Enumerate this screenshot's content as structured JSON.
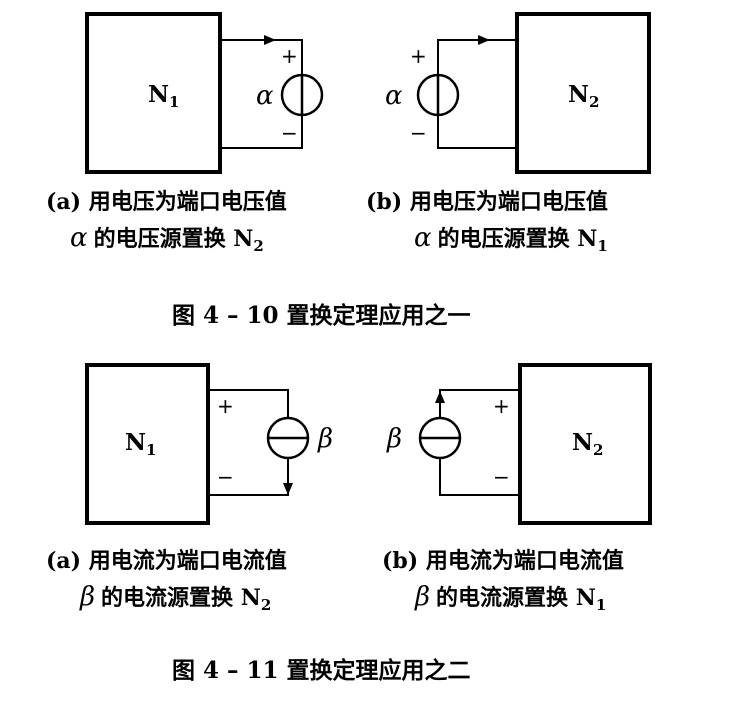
{
  "fig410": {
    "a": {
      "network": "N",
      "network_sub": "1",
      "source_symbol": "α",
      "plus": "+",
      "minus": "−",
      "caption_line1": "(a) 用电压为端口电压值",
      "caption_line2_symbol": "α",
      "caption_line2_text": "的电压源置换 N",
      "caption_line2_sub": "2"
    },
    "b": {
      "network": "N",
      "network_sub": "2",
      "source_symbol": "α",
      "plus": "+",
      "minus": "−",
      "caption_line1": "(b) 用电压为端口电压值",
      "caption_line2_symbol": "α",
      "caption_line2_text": "的电压源置换 N",
      "caption_line2_sub": "1"
    },
    "title": "图 4 – 10   置换定理应用之一"
  },
  "fig411": {
    "a": {
      "network": "N",
      "network_sub": "1",
      "source_symbol": "β",
      "plus": "+",
      "minus": "−",
      "caption_line1": "(a) 用电流为端口电流值",
      "caption_line2_symbol": "β",
      "caption_line2_text": "的电流源置换 N",
      "caption_line2_sub": "2"
    },
    "b": {
      "network": "N",
      "network_sub": "2",
      "source_symbol": "β",
      "plus": "+",
      "minus": "−",
      "caption_line1": "(b) 用电流为端口电流值",
      "caption_line2_symbol": "β",
      "caption_line2_text": "的电流源置换 N",
      "caption_line2_sub": "1"
    },
    "title": "图 4 – 11   置换定理应用之二"
  }
}
